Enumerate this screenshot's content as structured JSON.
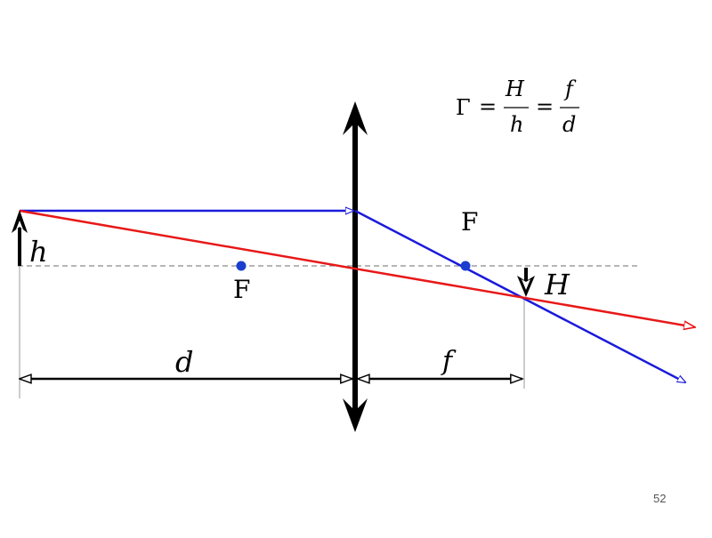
{
  "formula": {
    "gamma": "Γ",
    "eq1": "=",
    "num1": "H",
    "den1": "h",
    "eq2": "=",
    "num2": "f",
    "den2": "d"
  },
  "labels": {
    "object_height": "h",
    "image_height": "H",
    "focus_left": "F",
    "focus_right": "F",
    "object_distance": "d",
    "image_distance": "f"
  },
  "page_number": "52",
  "colors": {
    "ray_parallel": "#1a1adb",
    "ray_center": "#e81818",
    "lens": "#000000",
    "focus_dot": "#1a3fcf",
    "axis": "#8a8a8a"
  }
}
